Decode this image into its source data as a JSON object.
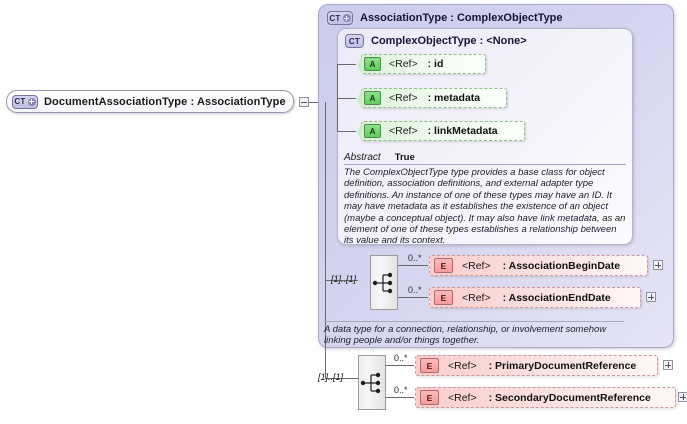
{
  "diagram": {
    "title": "XSD Schema Diagram: DocumentAssociationType",
    "root_node": {
      "icon": "complextype-icon",
      "label": "DocumentAssociationType : AssociationType",
      "expander": "minus-box"
    },
    "outer_type": {
      "icon": "complextype-icon",
      "label": "AssociationType : ComplexObjectType",
      "documentation": "A data type for a connection, relationship, or involvement somehow linking people and/or things together."
    },
    "inner_type": {
      "icon": "complextype-icon",
      "label": "ComplexObjectType : <None>",
      "facet_key": "Abstract",
      "facet_value": "True",
      "documentation": "The ComplexObjectType type provides a base class for object definition, association definitions, and external adapter type definitions. An instance of one of these types may have an ID. It may have metadata as it establishes the existence of an object (maybe a conceptual object). It may also have link metadata, as an element of one of these types establishes a relationship between its value and its context."
    },
    "attributes": [
      {
        "icon": "attribute-icon",
        "icon_letter": "A",
        "ref": "<Ref>",
        "name": ": id"
      },
      {
        "icon": "attribute-icon",
        "icon_letter": "A",
        "ref": "<Ref>",
        "name": ": metadata"
      },
      {
        "icon": "attribute-icon",
        "icon_letter": "A",
        "ref": "<Ref>",
        "name": ": linkMetadata"
      }
    ],
    "inner_sequence": {
      "icon": "sequence-icon",
      "cardinality": "[1]..[1]",
      "elements": [
        {
          "icon": "element-icon",
          "icon_letter": "E",
          "ref": "<Ref>",
          "name": ": AssociationBeginDate",
          "occurrence": "0..*",
          "expander": "plus-box"
        },
        {
          "icon": "element-icon",
          "icon_letter": "E",
          "ref": "<Ref>",
          "name": ": AssociationEndDate",
          "occurrence": "0..*",
          "expander": "plus-box"
        }
      ]
    },
    "outer_sequence": {
      "icon": "sequence-icon",
      "cardinality": "[1]..[1]",
      "elements": [
        {
          "icon": "element-icon",
          "icon_letter": "E",
          "ref": "<Ref>",
          "name": ": PrimaryDocumentReference",
          "occurrence": "0..*",
          "expander": "plus-box"
        },
        {
          "icon": "element-icon",
          "icon_letter": "E",
          "ref": "<Ref>",
          "name": ": SecondaryDocumentReference",
          "occurrence": "0..*",
          "expander": "plus-box"
        }
      ]
    },
    "colors": {
      "complextype_fill": "#d3d2ef",
      "attribute_fill": "#d9f0d6",
      "element_fill": "#f9cdcd",
      "compositor_fill": "#ededed",
      "connector": "#6a6a6a"
    }
  }
}
